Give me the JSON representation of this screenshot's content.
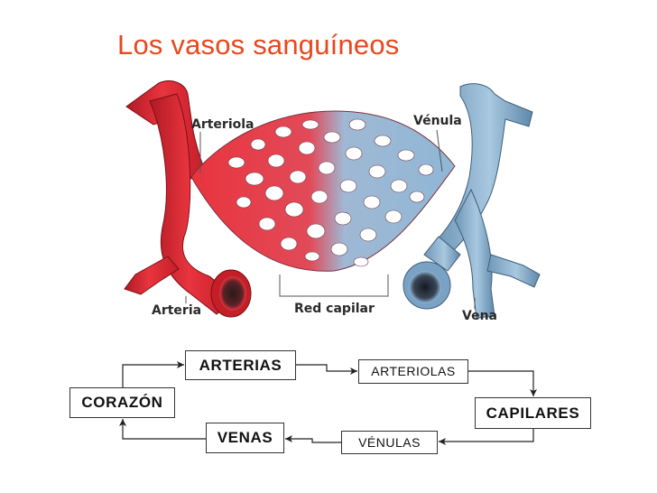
{
  "title": "Los vasos sanguíneos",
  "illustration": {
    "labels": {
      "arteriola": "Arteriola",
      "venula": "Vénula",
      "arteria": "Arteria",
      "red_capilar": "Red capilar",
      "vena": "Vena"
    },
    "colors": {
      "arterial": "#e8343e",
      "venous": "#8fb7d6",
      "title": "#e8481e"
    }
  },
  "flow": {
    "corazon": "CORAZÓN",
    "arterias": "ARTERIAS",
    "arteriolas": "ARTERIOLAS",
    "capilares": "CAPILARES",
    "venulas": "VÉNULAS",
    "venas": "VENAS"
  }
}
